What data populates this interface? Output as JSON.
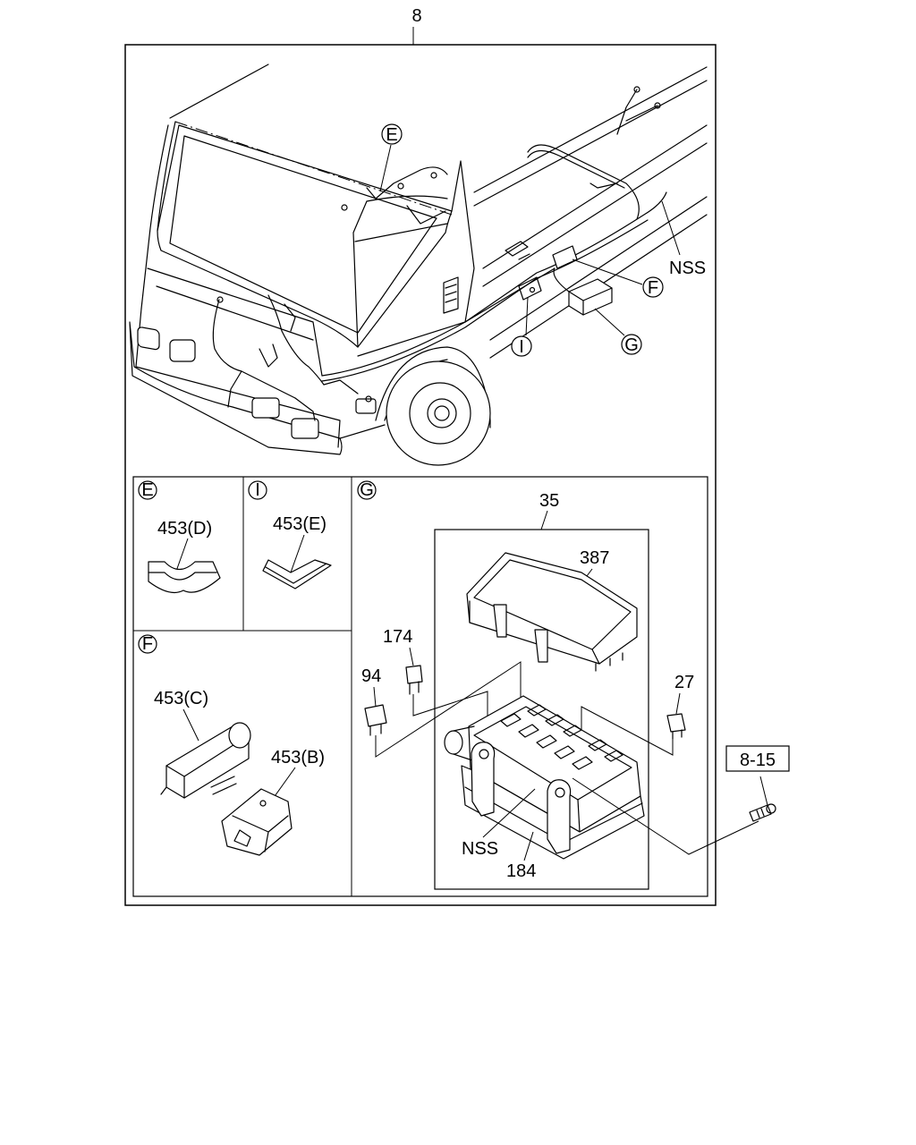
{
  "assembly_number": "8",
  "ref_box": "8-15",
  "detail_callouts": {
    "E": "E",
    "F": "F",
    "G": "G",
    "I": "I"
  },
  "main_labels": {
    "nss": "NSS"
  },
  "detail_E": {
    "circle": "E",
    "part": "453(D)"
  },
  "detail_I": {
    "circle": "I",
    "part": "453(E)"
  },
  "detail_F": {
    "circle": "F",
    "part_c": "453(C)",
    "part_b": "453(B)"
  },
  "detail_G": {
    "circle": "G",
    "p35": "35",
    "p387": "387",
    "p174": "174",
    "p94": "94",
    "p27": "27",
    "nss": "NSS",
    "p184": "184"
  }
}
